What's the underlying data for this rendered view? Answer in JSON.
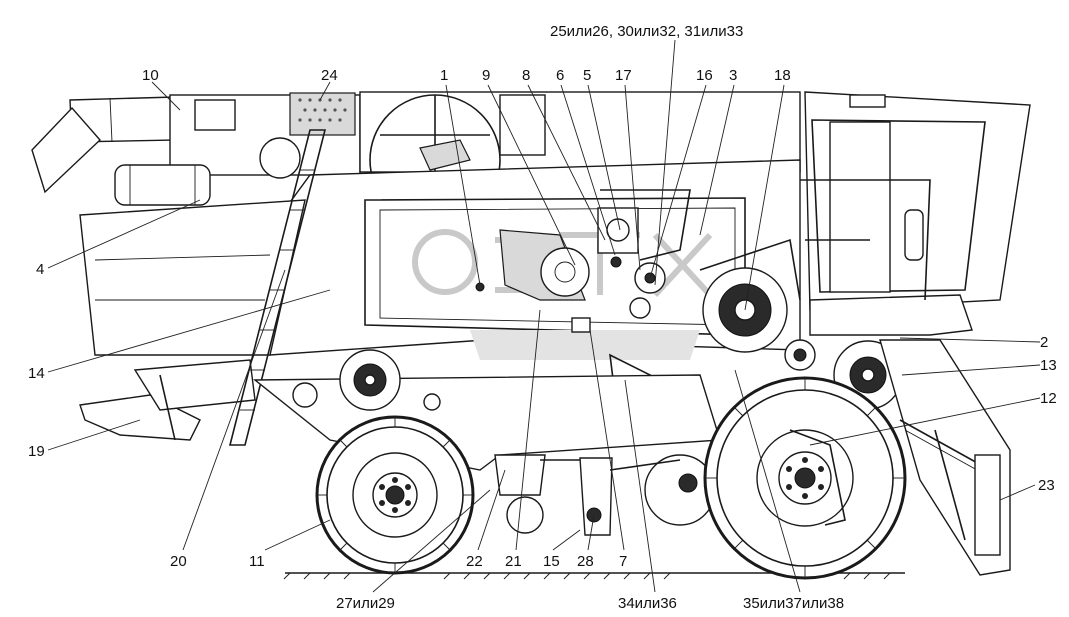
{
  "labels": [
    {
      "id": "1",
      "text": "1"
    },
    {
      "id": "2",
      "text": "2"
    },
    {
      "id": "3",
      "text": "3"
    },
    {
      "id": "4",
      "text": "4"
    },
    {
      "id": "5",
      "text": "5"
    },
    {
      "id": "6",
      "text": "6"
    },
    {
      "id": "7",
      "text": "7"
    },
    {
      "id": "8",
      "text": "8"
    },
    {
      "id": "9",
      "text": "9"
    },
    {
      "id": "10",
      "text": "10"
    },
    {
      "id": "11",
      "text": "11"
    },
    {
      "id": "12",
      "text": "12"
    },
    {
      "id": "13",
      "text": "13"
    },
    {
      "id": "14",
      "text": "14"
    },
    {
      "id": "15",
      "text": "15"
    },
    {
      "id": "16",
      "text": "16"
    },
    {
      "id": "17",
      "text": "17"
    },
    {
      "id": "18",
      "text": "18"
    },
    {
      "id": "19",
      "text": "19"
    },
    {
      "id": "20",
      "text": "20"
    },
    {
      "id": "21",
      "text": "21"
    },
    {
      "id": "22",
      "text": "22"
    },
    {
      "id": "23",
      "text": "23"
    },
    {
      "id": "24",
      "text": "24"
    },
    {
      "id": "28",
      "text": "28"
    },
    {
      "id": "25-30-31",
      "text": "25или26, 30или32, 31или33"
    },
    {
      "id": "27-29",
      "text": "27или29"
    },
    {
      "id": "34-36",
      "text": "34или36"
    },
    {
      "id": "35-37-38",
      "text": "35или37или38"
    }
  ]
}
